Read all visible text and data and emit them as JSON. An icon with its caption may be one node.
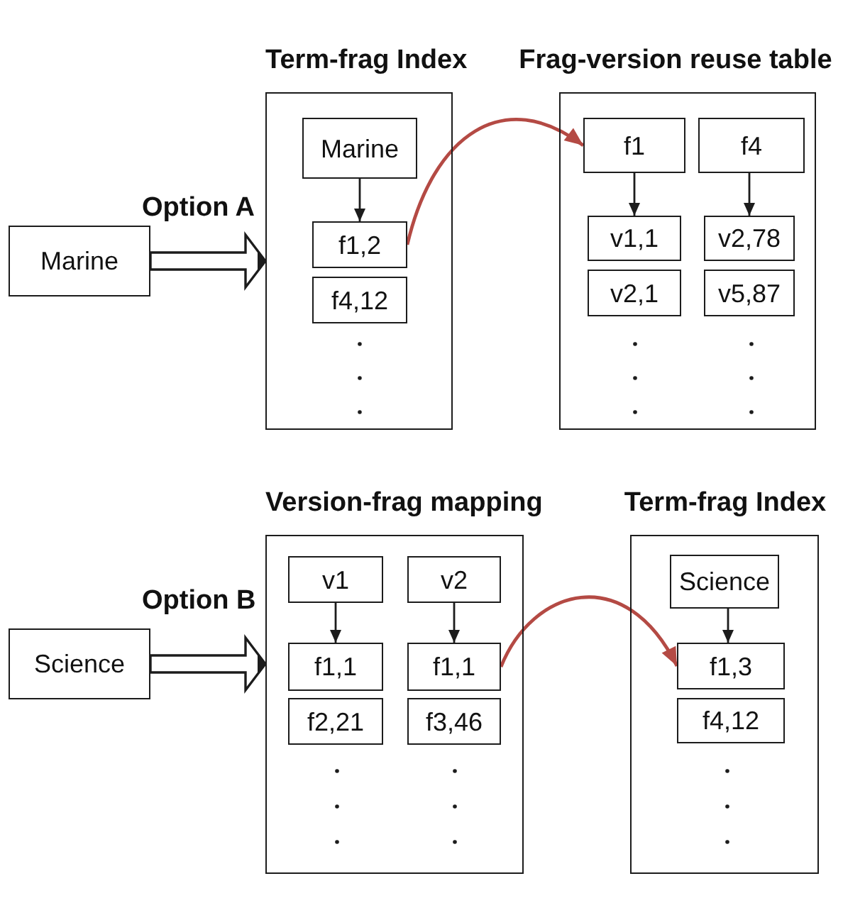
{
  "diagram": {
    "nodes": [
      {
        "text": [
          "Marine"
        ]
      },
      {
        "text": [
          "Term-frag Index"
        ]
      },
      {
        "text": [
          "Marine"
        ],
        "in": 1
      },
      {
        "text": [
          "f1,2"
        ],
        "in": 1
      },
      {
        "text": [
          "f4,12"
        ],
        "in": 1
      },
      {
        "text": [
          "Frag-version reuse table"
        ]
      },
      {
        "text": [
          "f1"
        ],
        "in": 5
      },
      {
        "text": [
          "f4"
        ],
        "in": 5
      },
      {
        "text": [
          "v1,1"
        ],
        "in": 5
      },
      {
        "text": [
          "v2,78"
        ],
        "in": 5
      },
      {
        "text": [
          "v2,1"
        ],
        "in": 5
      },
      {
        "text": [
          "v5,87"
        ],
        "in": 5
      },
      {
        "text": [
          "Science"
        ]
      },
      {
        "text": [
          "Version-frag mapping"
        ]
      },
      {
        "text": [
          "v1"
        ],
        "in": 13
      },
      {
        "text": [
          "v2"
        ],
        "in": 13
      },
      {
        "text": [
          "f1,1"
        ],
        "in": 13
      },
      {
        "text": [
          "f1,1"
        ],
        "in": 13
      },
      {
        "text": [
          "f2,21"
        ],
        "in": 13
      },
      {
        "text": [
          "f3,46"
        ],
        "in": 13
      },
      {
        "text": [
          "Term-frag Index"
        ]
      },
      {
        "text": [
          "Science"
        ],
        "in": 20
      },
      {
        "text": [
          "f1,3"
        ],
        "in": 20
      },
      {
        "text": [
          "f4,12"
        ],
        "in": 20
      }
    ],
    "edges": [
      {
        "from": 0,
        "to": 1,
        "arrow": "to",
        "label": "Option A"
      },
      {
        "from": 2,
        "to": 3,
        "arrow": "to"
      },
      {
        "from": 3,
        "to": 6,
        "arrow": "to",
        "color": "#b44a44"
      },
      {
        "from": 6,
        "to": 8,
        "arrow": "to"
      },
      {
        "from": 7,
        "to": 9,
        "arrow": "to"
      },
      {
        "from": 12,
        "to": 13,
        "arrow": "to",
        "label": "Option B"
      },
      {
        "from": 14,
        "to": 16,
        "arrow": "to"
      },
      {
        "from": 15,
        "to": 17,
        "arrow": "to"
      },
      {
        "from": 17,
        "to": 22,
        "arrow": "to",
        "color": "#b44a44"
      },
      {
        "from": 21,
        "to": 22,
        "arrow": "to"
      }
    ]
  }
}
